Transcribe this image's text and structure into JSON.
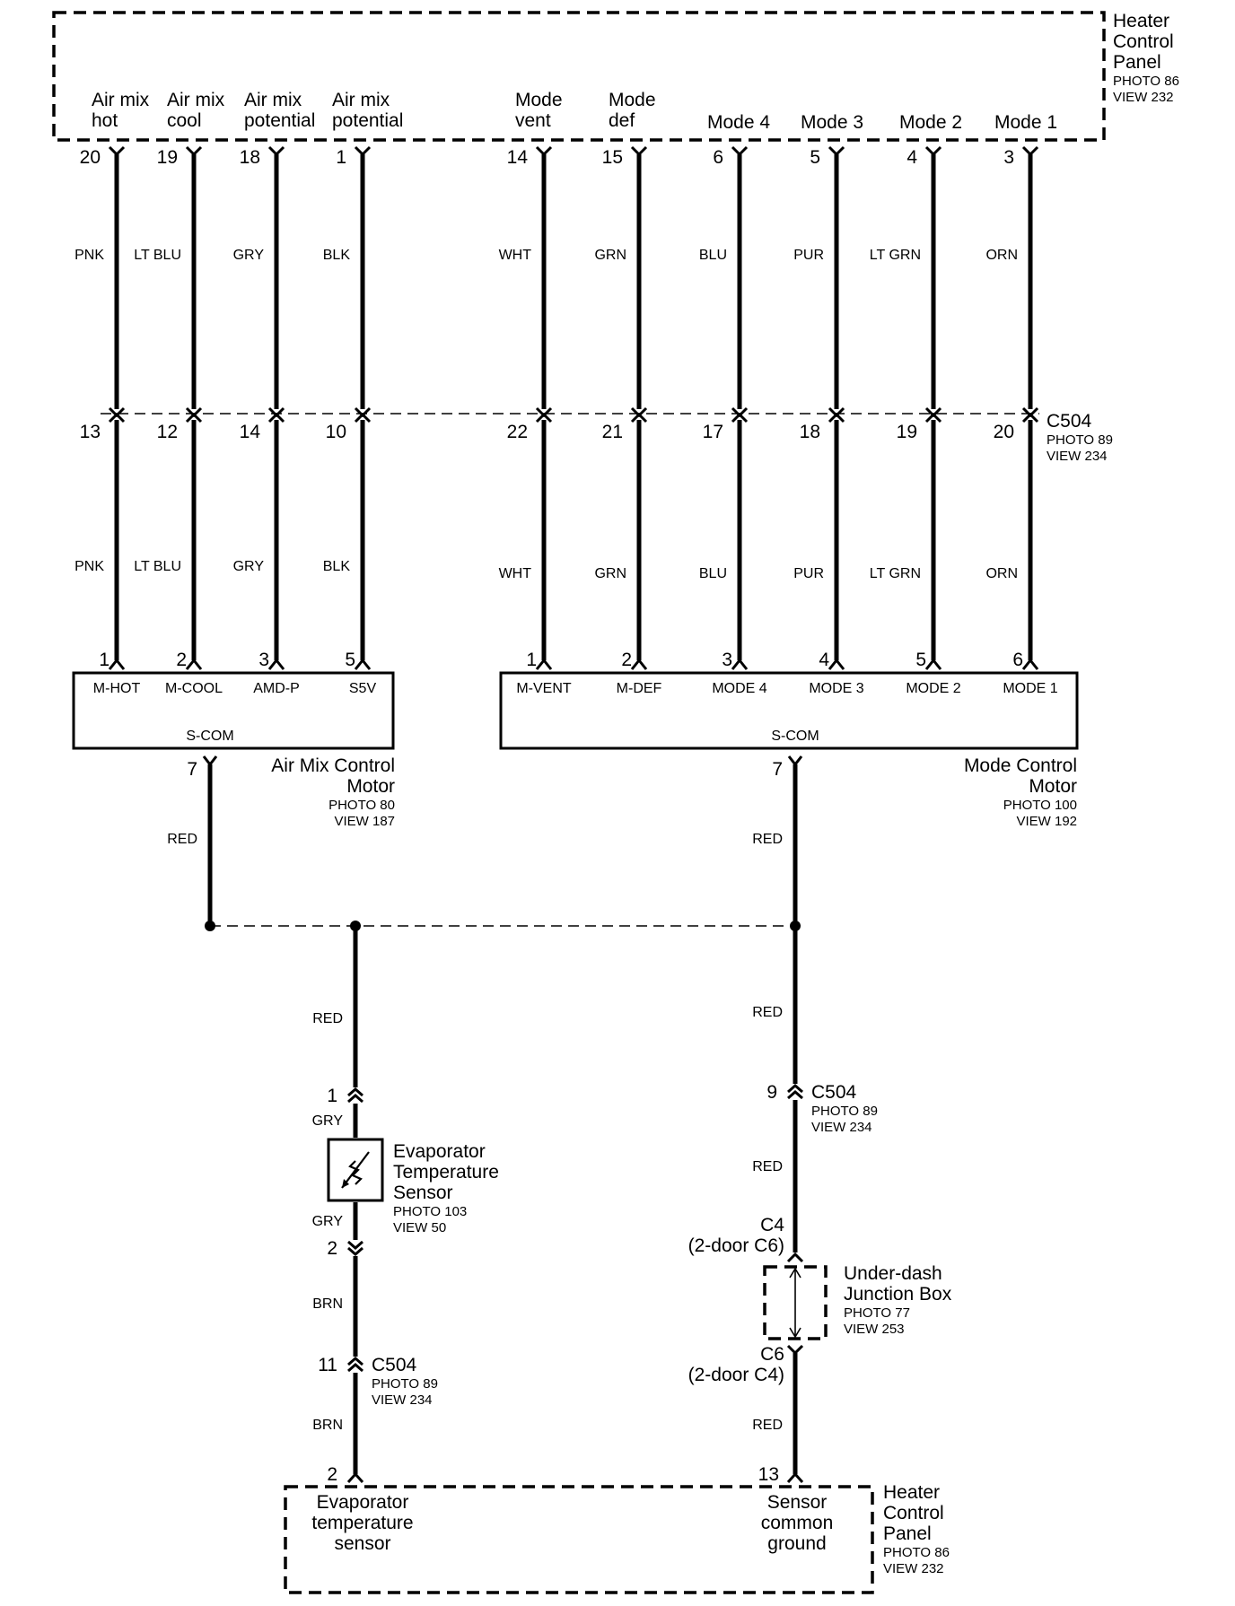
{
  "heater_panel_top": {
    "title_lines": [
      "Heater",
      "Control",
      "Panel"
    ],
    "photo": "PHOTO 86",
    "view": "VIEW 232",
    "labels": [
      [
        "Air mix",
        "hot"
      ],
      [
        "Air mix",
        "cool"
      ],
      [
        "Air mix",
        "potential"
      ],
      [
        "Air mix",
        "potential"
      ],
      [
        "Mode",
        "vent"
      ],
      [
        "Mode",
        "def"
      ],
      [
        "Mode 4"
      ],
      [
        "Mode 3"
      ],
      [
        "Mode 2"
      ],
      [
        "Mode 1"
      ]
    ],
    "pins": [
      "20",
      "19",
      "18",
      "1",
      "14",
      "15",
      "6",
      "5",
      "4",
      "3"
    ]
  },
  "wire_colors": [
    "PNK",
    "LT BLU",
    "GRY",
    "BLK",
    "WHT",
    "GRN",
    "BLU",
    "PUR",
    "LT GRN",
    "ORN"
  ],
  "c504_top": {
    "name": "C504",
    "photo": "PHOTO 89",
    "view": "VIEW 234",
    "pins": [
      "13",
      "12",
      "14",
      "10",
      "22",
      "21",
      "17",
      "18",
      "19",
      "20"
    ]
  },
  "air_mix_motor": {
    "title_lines": [
      "Air Mix Control",
      "Motor"
    ],
    "photo": "PHOTO 80",
    "view": "VIEW 187",
    "pins": [
      "1",
      "2",
      "3",
      "5"
    ],
    "terminals": [
      "M-HOT",
      "M-COOL",
      "AMD-P",
      "S5V"
    ],
    "common": "S-COM",
    "common_pin": "7",
    "wire": "RED"
  },
  "mode_motor": {
    "title_lines": [
      "Mode Control",
      "Motor"
    ],
    "photo": "PHOTO 100",
    "view": "VIEW 192",
    "pins": [
      "1",
      "2",
      "3",
      "4",
      "5",
      "6"
    ],
    "terminals": [
      "M-VENT",
      "M-DEF",
      "MODE 4",
      "MODE 3",
      "MODE 2",
      "MODE 1"
    ],
    "common": "S-COM",
    "common_pin": "7",
    "wire": "RED"
  },
  "left_branch": {
    "wire_top": "RED",
    "sensor_pin_in": "1",
    "sensor_wire_in": "GRY",
    "sensor_title_lines": [
      "Evaporator",
      "Temperature",
      "Sensor"
    ],
    "sensor_photo": "PHOTO 103",
    "sensor_view": "VIEW 50",
    "sensor_wire_out": "GRY",
    "sensor_pin_out": "2",
    "wire_mid": "BRN",
    "c504_pin": "11",
    "c504_name": "C504",
    "c504_photo": "PHOTO 89",
    "c504_view": "VIEW 234",
    "wire_bottom": "BRN",
    "panel_pin": "2"
  },
  "right_branch": {
    "wire_top": "RED",
    "c504_pin": "9",
    "c504_name": "C504",
    "c504_photo": "PHOTO 89",
    "c504_view": "VIEW 234",
    "wire_mid": "RED",
    "jb_in_conn": "C4",
    "jb_in_alt": "(2-door C6)",
    "jb_title_lines": [
      "Under-dash",
      "Junction Box"
    ],
    "jb_photo": "PHOTO 77",
    "jb_view": "VIEW 253",
    "jb_out_conn": "C6",
    "jb_out_alt": "(2-door C4)",
    "wire_bottom": "RED",
    "panel_pin": "13"
  },
  "heater_panel_bottom": {
    "title_lines": [
      "Heater",
      "Control",
      "Panel"
    ],
    "photo": "PHOTO 86",
    "view": "VIEW 232",
    "left_label_lines": [
      "Evaporator",
      "temperature",
      "sensor"
    ],
    "right_label_lines": [
      "Sensor",
      "common",
      "ground"
    ]
  }
}
